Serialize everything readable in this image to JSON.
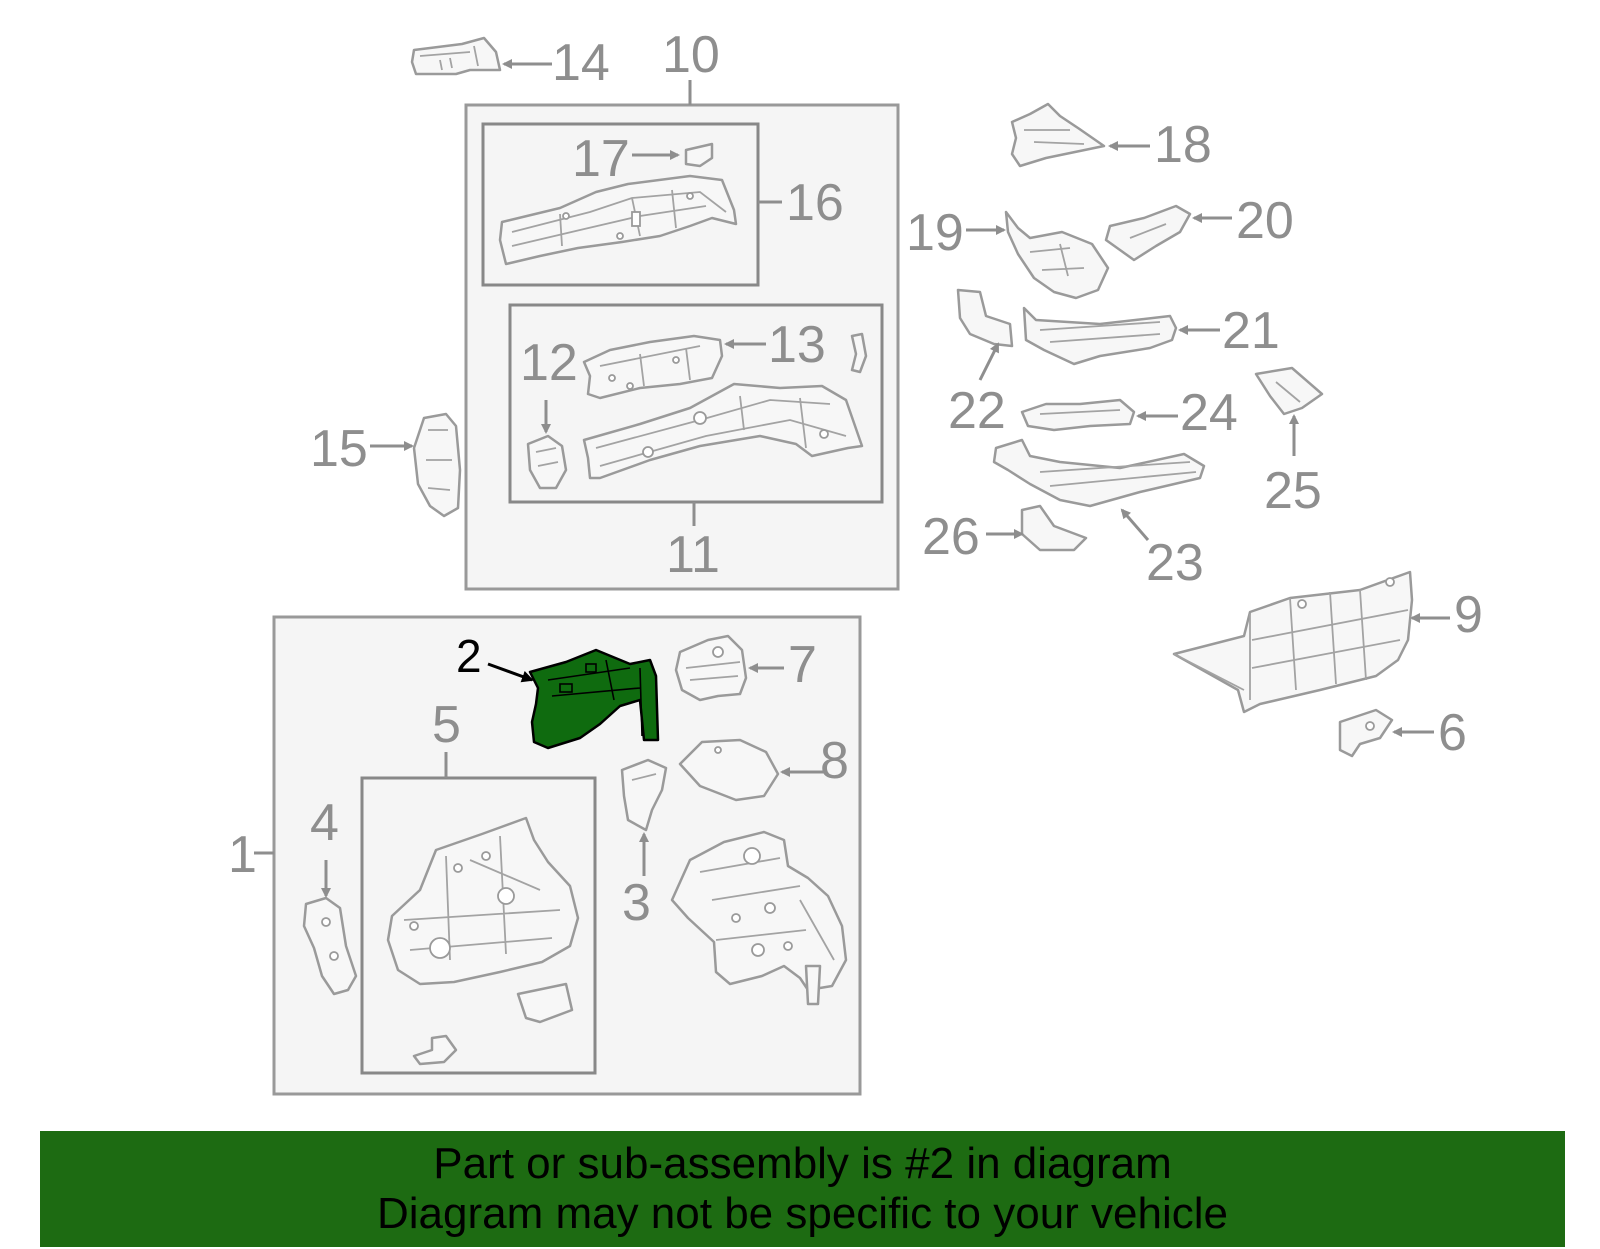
{
  "diagram": {
    "highlight_color": "#1d6b12",
    "highlighted_part": "2",
    "callouts": [
      "1",
      "2",
      "3",
      "4",
      "5",
      "6",
      "7",
      "8",
      "9",
      "10",
      "11",
      "12",
      "13",
      "14",
      "15",
      "16",
      "17",
      "18",
      "19",
      "20",
      "21",
      "22",
      "23",
      "24",
      "25",
      "26"
    ]
  },
  "banner": {
    "line1": "Part or sub-assembly is #2 in diagram",
    "line2": "Diagram may not be specific to your vehicle"
  }
}
